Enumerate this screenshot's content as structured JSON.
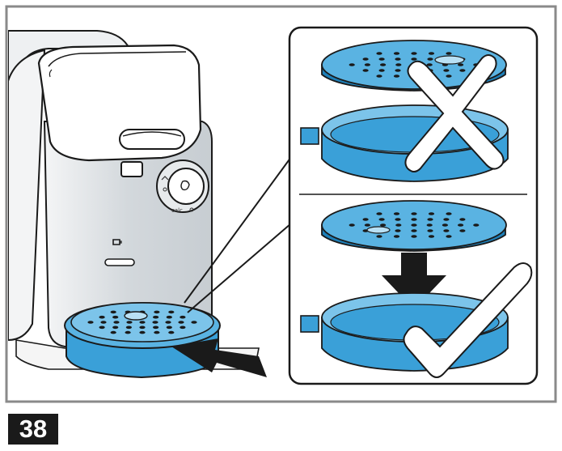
{
  "step": {
    "number": "38"
  },
  "machine": {
    "calc_label": "calc"
  },
  "panels": [
    {
      "name": "incorrect",
      "verdict": "cross-icon"
    },
    {
      "name": "correct",
      "verdict": "check-icon"
    }
  ],
  "colors": {
    "frame": "#8a8a8a",
    "accent_blue": "#3aa0d8",
    "accent_blue_light": "#7cc4ea",
    "accent_blue_dark": "#1d7fb8",
    "machine_body": "#d9dde0",
    "badge_bg": "#1a1a1a",
    "badge_text": "#ffffff"
  }
}
